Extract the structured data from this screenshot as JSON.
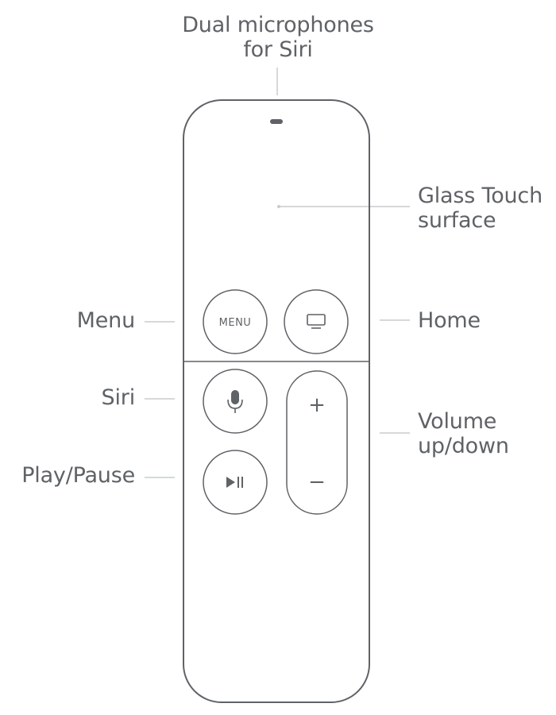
{
  "diagram": {
    "colors": {
      "outline": "#5f6266",
      "leader_line": "#c9cbcd",
      "text": "#5f6266",
      "background": "#ffffff"
    },
    "callouts": {
      "microphones": "Dual microphones\nfor Siri",
      "touch_surface": "Glass Touch\nsurface",
      "menu": "Menu",
      "home": "Home",
      "siri": "Siri",
      "volume": "Volume\nup/down",
      "play_pause": "Play/Pause"
    },
    "buttons": {
      "menu_label": "MENU",
      "volume_up_glyph": "+",
      "volume_down_glyph": "−",
      "icons": {
        "home": "tv-icon",
        "siri": "microphone-icon",
        "play_pause": "play-pause-icon"
      }
    }
  }
}
